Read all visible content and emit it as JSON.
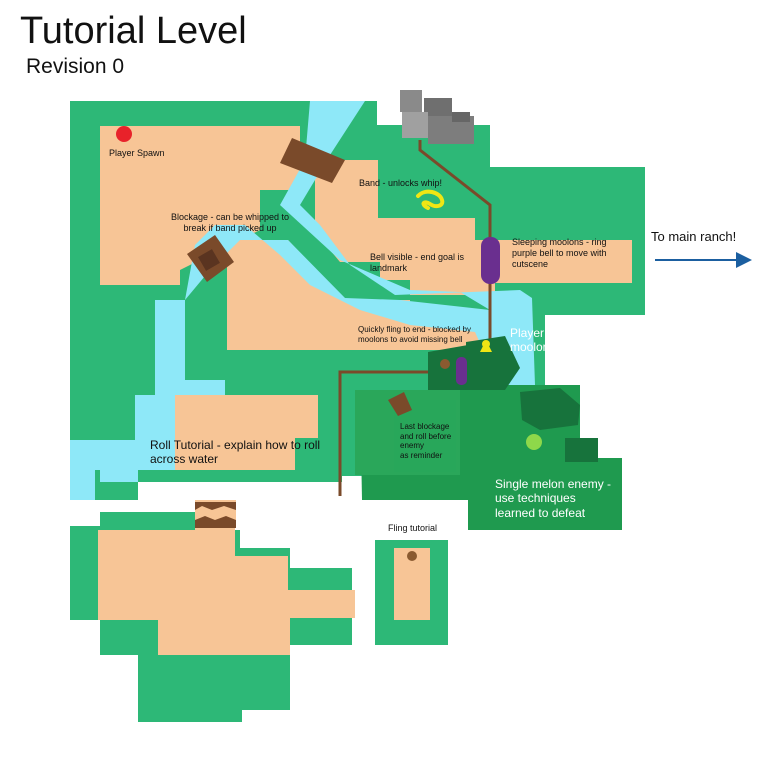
{
  "title": "Tutorial Level",
  "subtitle": "Revision 0",
  "labels": {
    "player_spawn": "Player Spawn",
    "blockage_line1": "Blockage - can be whipped to",
    "blockage_line2": "break if band picked up",
    "band": "Band - unlocks whip!",
    "bell_visible_line1": "Bell visible - end goal is",
    "bell_visible_line2": "landmark",
    "sleeping_line1": "Sleeping moolons - ring",
    "sleeping_line2": "purple bell to move with",
    "sleeping_line3": "cutscene",
    "to_main_ranch": "To main ranch!",
    "quick_fling_line1": "Quickly fling to end - blocked by",
    "quick_fling_line2": "moolons to avoid missing bell",
    "rings_bell_line1": "Player rings bell to move",
    "rings_bell_line2": "moolons & end tutorial!",
    "last_blockage_line1": "Last blockage",
    "last_blockage_line2": "and roll before",
    "last_blockage_line3": "enemy",
    "last_blockage_line4": "as reminder",
    "roll_tutorial_line1": "Roll Tutorial - explain how to roll",
    "roll_tutorial_line2": "across water",
    "melon_line1": "Single melon enemy -",
    "melon_line2": "use techniques",
    "melon_line3": "learned to defeat",
    "fling_tutorial": "Fling tutorial"
  },
  "colors": {
    "grass": "#2db877",
    "sand": "#f7c596",
    "water": "#8ee8f8",
    "forest": "#1f9a4f",
    "dark_forest": "#17733c",
    "path": "#7a4a2a",
    "bell": "#6a2f8f",
    "spawn": "#e8222a",
    "band": "#f0e614",
    "melon": "#8ed84a",
    "arrow": "#1b5fa0",
    "rock": "#9a9a9a"
  }
}
